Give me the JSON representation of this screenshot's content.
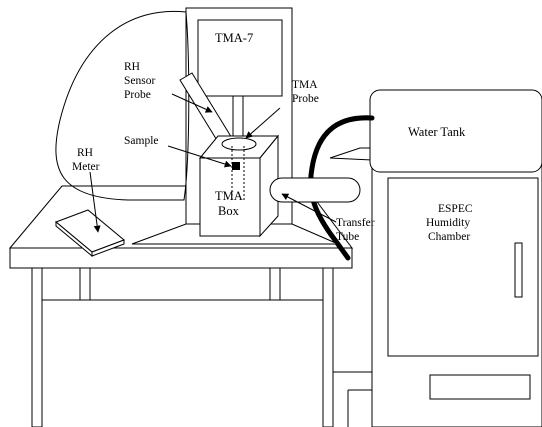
{
  "labels": {
    "tma7": "TMA-7",
    "rh_sensor_1": "RH",
    "rh_sensor_2": "Sensor",
    "rh_sensor_3": "Probe",
    "tma_probe_1": "TMA",
    "tma_probe_2": "Probe",
    "water_tank": "Water Tank",
    "sample": "Sample",
    "rh_meter_1": "RH",
    "rh_meter_2": "Meter",
    "tma_box_1": "TMA",
    "tma_box_2": "Box",
    "transfer_1": "Transfer",
    "transfer_2": "Tube",
    "espec_1": "ESPEC",
    "espec_2": "Humidity",
    "espec_3": "Chamber"
  }
}
